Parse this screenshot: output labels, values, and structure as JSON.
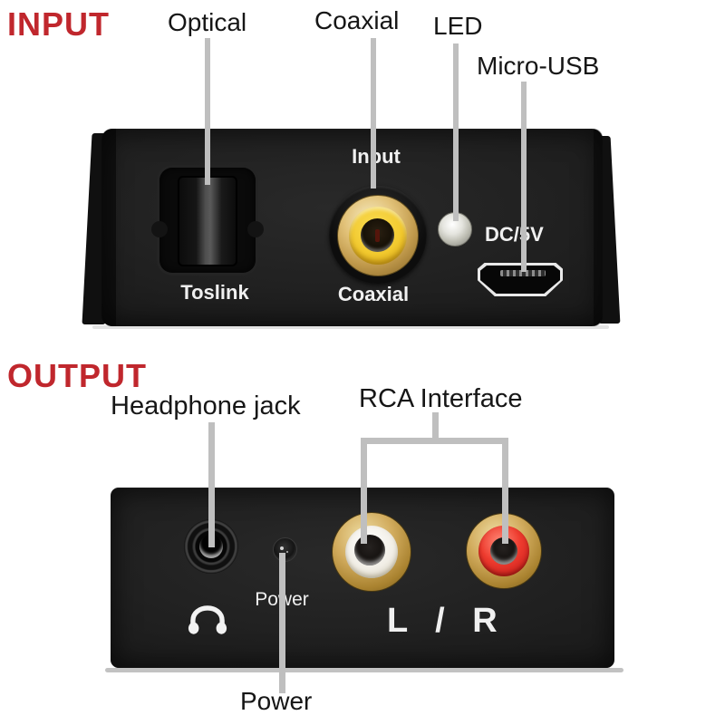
{
  "colors": {
    "heading_red": "#c0272d",
    "label_black": "#161616",
    "leader_gray": "#bfbfbf",
    "device_black": "#1d1d1d",
    "gold": "#c9a050",
    "coaxial_yellow": "#f2c92e",
    "rca_white": "#f1eee6",
    "rca_red": "#ee3b2e",
    "panel_text_white": "#f0f0f0"
  },
  "icons": {
    "headphones": "headphones-icon"
  },
  "input_section": {
    "heading": "INPUT",
    "callouts": {
      "optical": "Optical",
      "coaxial": "Coaxial",
      "led": "LED",
      "micro_usb": "Micro-USB"
    },
    "panel": {
      "input_label": "Input",
      "coaxial_label": "Coaxial",
      "toslink_label": "Toslink",
      "dc_label": "DC/5V"
    }
  },
  "output_section": {
    "heading": "OUTPUT",
    "callouts": {
      "headphone": "Headphone jack",
      "rca": "RCA Interface",
      "power": "Power"
    },
    "panel": {
      "power_label": "Power",
      "channel_label": "L / R"
    }
  }
}
